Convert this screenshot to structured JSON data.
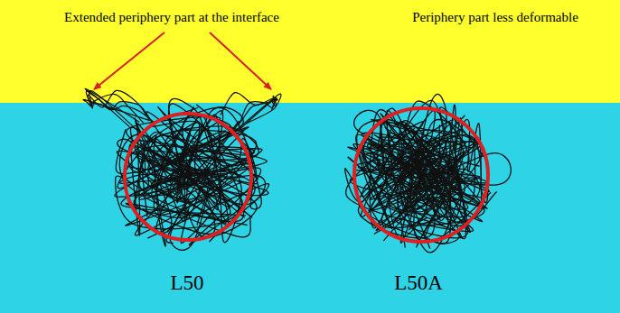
{
  "diagram": {
    "labels": [
      "Extended periphery part at the interface",
      "Periphery part less deformable",
      "L50",
      "L50A"
    ]
  }
}
